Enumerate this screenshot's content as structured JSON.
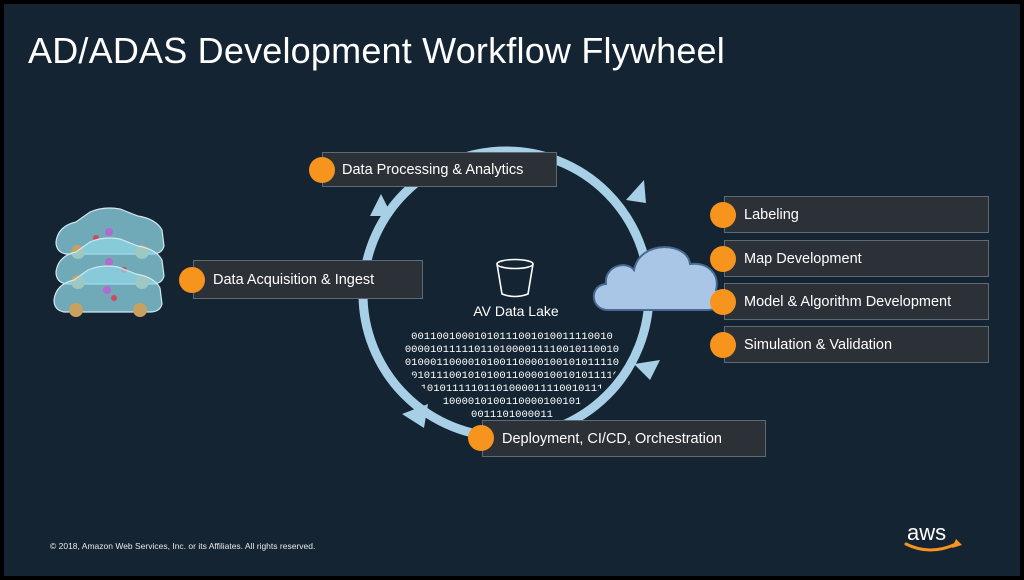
{
  "title": "AD/ADAS Development Workflow Flywheel",
  "center_label": "AV Data Lake",
  "binary_rows": [
    "00110010001010111001010011110010",
    "0000101111101101000011110010110010",
    "0100011000010100110000100101011110",
    "1010111001010100110000100101011110",
    "10101111101101000011110010111",
    "1000010100110000100101",
    "0011101000011"
  ],
  "steps": {
    "acquisition": "Data Acquisition & Ingest",
    "processing": "Data Processing & Analytics",
    "deployment": "Deployment, CI/CD, Orchestration"
  },
  "cloud_items": [
    "Labeling",
    "Map Development",
    "Model & Algorithm Development",
    "Simulation & Validation"
  ],
  "footer": {
    "copyright": "© 2018, Amazon Web Services, Inc. or its Affiliates. All rights reserved.",
    "logo_text": "aws"
  },
  "colors": {
    "background": "#142433",
    "accent": "#f7941d",
    "cycle": "#a7cfe6",
    "cloud": "#aac6e6",
    "box": "#2c3137"
  }
}
